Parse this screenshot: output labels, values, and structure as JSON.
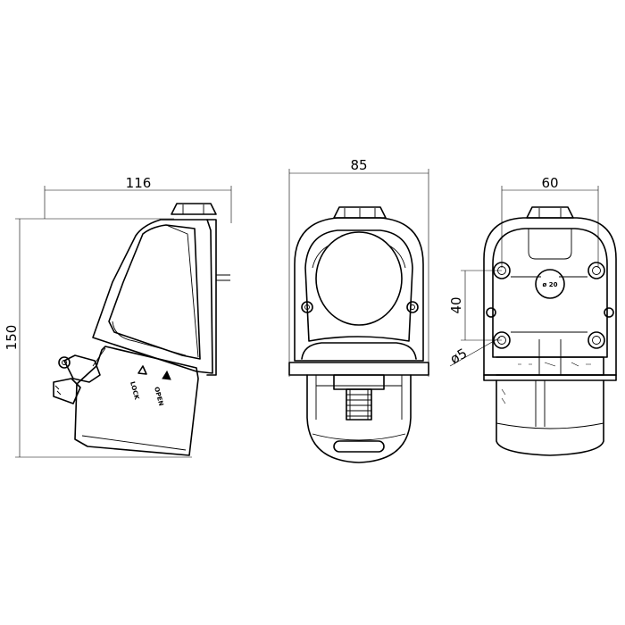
{
  "dimensions": {
    "side_width": "116",
    "side_height": "150",
    "front_width": "85",
    "rear_width": "60",
    "hole_spacing": "40",
    "hole_diameter": "ø5"
  },
  "side_labels": {
    "lock": "LOCK",
    "open": "OPEN"
  },
  "rear_labels": {
    "cable_gland": "ø 20"
  }
}
